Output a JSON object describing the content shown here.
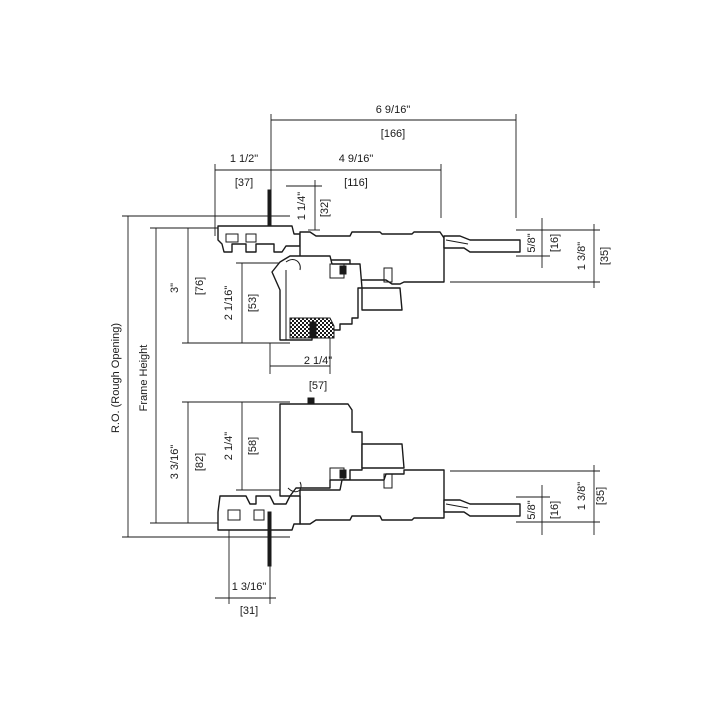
{
  "dimensions": {
    "overall_width": "6 9/16\"",
    "overall_width_mm": "[166]",
    "flange_width": "1 1/2\"",
    "flange_width_mm": "[37]",
    "frame_depth": "4 9/16\"",
    "frame_depth_mm": "[116]",
    "top_offset": "1 1/4\"",
    "top_offset_mm": "[32]",
    "rough_opening": "R.O. (Rough Opening)",
    "frame_height": "Frame Height",
    "head_height": "3\"",
    "head_height_mm": "[76]",
    "head_glass": "2 1/16\"",
    "head_glass_mm": "[53]",
    "meeting_rail": "2 1/4\"",
    "meeting_rail_mm": "[57]",
    "sill_height": "3 3/16\"",
    "sill_height_mm": "[82]",
    "sill_glass": "2 1/4\"",
    "sill_glass_mm": "[58]",
    "right_top_small": "5/8\"",
    "right_top_small_mm": "[16]",
    "right_top_large": "1 3/8\"",
    "right_top_large_mm": "[35]",
    "right_bottom_small": "5/8\"",
    "right_bottom_small_mm": "[16]",
    "right_bottom_large": "1 3/8\"",
    "right_bottom_large_mm": "[35]",
    "bottom_flange": "1 3/16\"",
    "bottom_flange_mm": "[31]"
  }
}
